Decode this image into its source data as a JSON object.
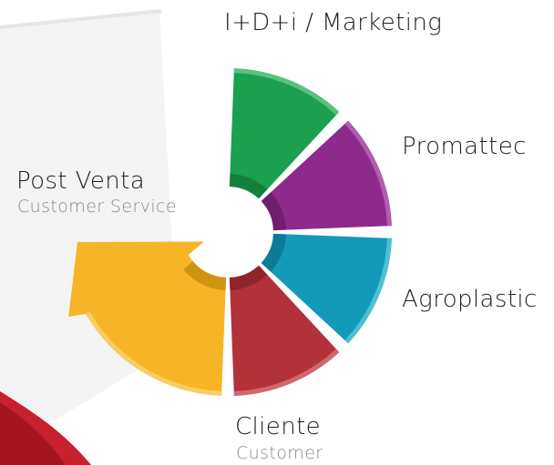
{
  "diagram": {
    "segments": [
      {
        "id": "idi",
        "label": "I+D+i / Marketing",
        "sublabel": "",
        "color": "#1aa04f",
        "rim_color": "#57c27c",
        "shadow_color": "#137a3a"
      },
      {
        "id": "promattec",
        "label": "Promattec",
        "sublabel": "",
        "color": "#8e2a8c",
        "rim_color": "#b25cb0",
        "shadow_color": "#6a1d68"
      },
      {
        "id": "agroplastic",
        "label": "Agroplastic",
        "sublabel": "",
        "color": "#129ab8",
        "rim_color": "#4fbfd6",
        "shadow_color": "#0c7690"
      },
      {
        "id": "cliente",
        "label": "Cliente",
        "sublabel": "Customer",
        "color": "#b33239",
        "rim_color": "#d0676c",
        "shadow_color": "#8a2228"
      },
      {
        "id": "post-venta",
        "label": "Post Venta",
        "sublabel": "Customer Service",
        "color": "#f5b526",
        "rim_color": "#f8cd69",
        "shadow_color": "#c98e12"
      }
    ]
  }
}
